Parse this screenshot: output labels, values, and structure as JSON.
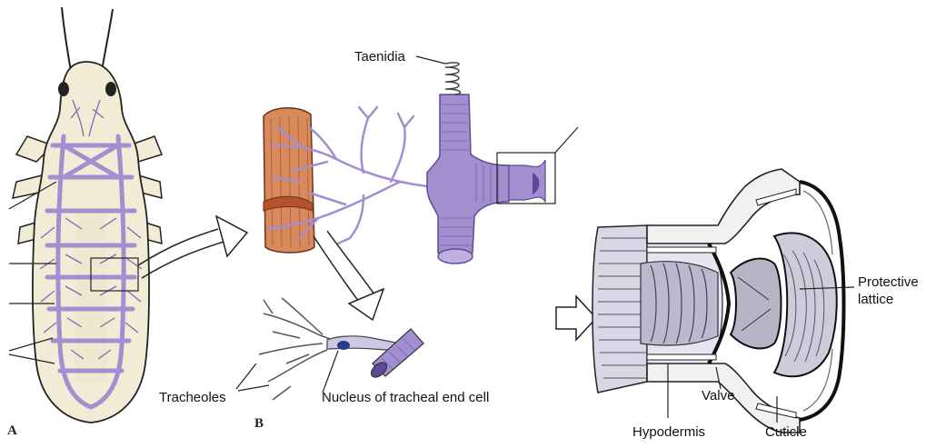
{
  "panel_a": {
    "letter": "A"
  },
  "panel_b": {
    "letter": "B",
    "labels": {
      "taenidia": "Taenidia",
      "tracheoles": "Tracheoles",
      "nucleus": "Nucleus of tracheal end cell"
    }
  },
  "panel_c": {
    "labels": {
      "protective_lattice_1": "Protective",
      "protective_lattice_2": "lattice",
      "valve": "Valve",
      "hypodermis": "Hypodermis",
      "cuticle": "Cuticle"
    }
  },
  "colors": {
    "trachea": "#a38fd0",
    "trachea_dark": "#5e4a94",
    "muscle": "#d98a5c",
    "insect_body": "#f2ecd6",
    "outline": "#222222"
  }
}
